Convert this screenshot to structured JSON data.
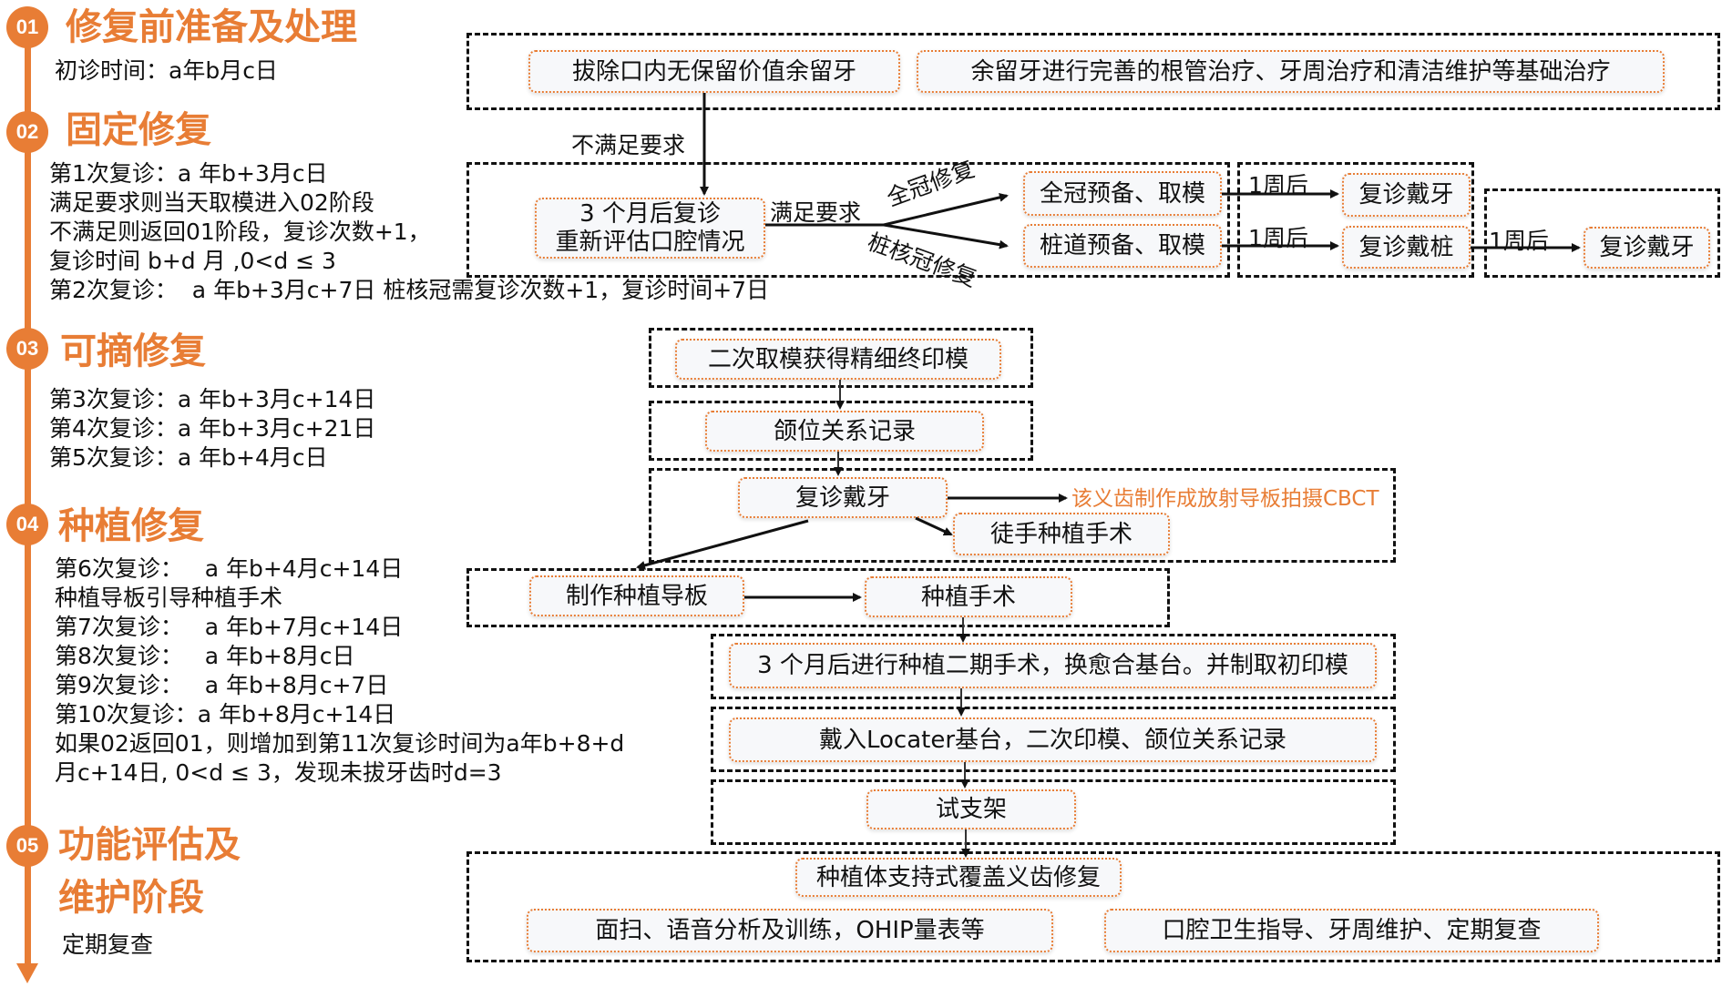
{
  "colors": {
    "accent": "#E87D35",
    "frame": "#111111",
    "node_bg": "#f7f8fa"
  },
  "timeline": {
    "stages": [
      {
        "number": "01",
        "title": "修复前准备及处理",
        "lines": [
          "初诊时间：a年b月c日"
        ]
      },
      {
        "number": "02",
        "title": "固定修复",
        "lines": [
          "第1次复诊：a 年b+3月c日",
          "满足要求则当天取模进入02阶段",
          "不满足则返回01阶段，复诊次数+1，",
          "复诊时间 b+d 月 ,0<d ≤ 3",
          "第2次复诊：  a 年b+3月c+7日 桩核冠需复诊次数+1，复诊时间+7日"
        ]
      },
      {
        "number": "03",
        "title": "可摘修复",
        "lines": [
          "第3次复诊：a 年b+3月c+14日",
          "第4次复诊：a 年b+3月c+21日",
          "第5次复诊：a 年b+4月c日"
        ]
      },
      {
        "number": "04",
        "title": "种植修复",
        "lines": [
          "第6次复诊：   a 年b+4月c+14日",
          "种植导板引导种植手术",
          "第7次复诊：   a 年b+7月c+14日",
          "第8次复诊：   a 年b+8月c日",
          "第9次复诊：   a 年b+8月c+7日",
          "第10次复诊：a 年b+8月c+14日",
          "如果02返回01，则增加到第11次复诊时间为a年b+8+d",
          "月c+14日, 0<d ≤ 3，发现未拔牙齿时d=3"
        ]
      },
      {
        "number": "05",
        "title_line1": "功能评估及",
        "title_line2": "维护阶段",
        "lines": [
          "定期复查"
        ]
      }
    ]
  },
  "flow": {
    "stage1": {
      "extract": "拔除口内无保留价值余留牙",
      "basic_treatment": "余留牙进行完善的根管治疗、牙周治疗和清洁维护等基础治疗"
    },
    "not_meet_label": "不满足要求",
    "stage2": {
      "revisit_line1": "3 个月后复诊",
      "revisit_line2": "重新评估口腔情况",
      "meet_label": "满足要求",
      "full_crown_label": "全冠修复",
      "post_core_label": "桩核冠修复",
      "full_crown_prep": "全冠预备、取模",
      "post_prep": "桩道预备、取模",
      "week_label_1": "1周后",
      "week_label_2": "1周后",
      "week_label_3": "1周后",
      "wear_crown": "复诊戴牙",
      "wear_post": "复诊戴桩",
      "wear_crown_final": "复诊戴牙"
    },
    "stage3": {
      "final_impression": "二次取模获得精细终印模",
      "jaw_record": "颌位关系记录",
      "wear_denture": "复诊戴牙",
      "cbct_note": "该义齿制作成放射导板拍摄CBCT",
      "freehand_surgery": "徒手种植手术"
    },
    "stage4": {
      "make_guide": "制作种植导板",
      "implant_surgery": "种植手术",
      "second_stage": "3 个月后进行种植二期手术，换愈合基台。并制取初印模",
      "locator": "戴入Locater基台，二次印模、颌位关系记录",
      "try_frame": "试支架"
    },
    "stage5": {
      "overdenture": "种植体支持式覆盖义齿修复",
      "evaluation": "面扫、语音分析及训练，OHIP量表等",
      "maintenance": "口腔卫生指导、牙周维护、定期复查"
    }
  }
}
